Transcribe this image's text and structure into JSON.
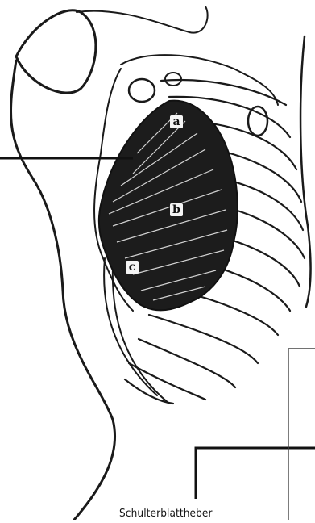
{
  "labels": {
    "a": "a",
    "b": "b",
    "c": "c"
  },
  "caption": "Schulterblattheber"
}
